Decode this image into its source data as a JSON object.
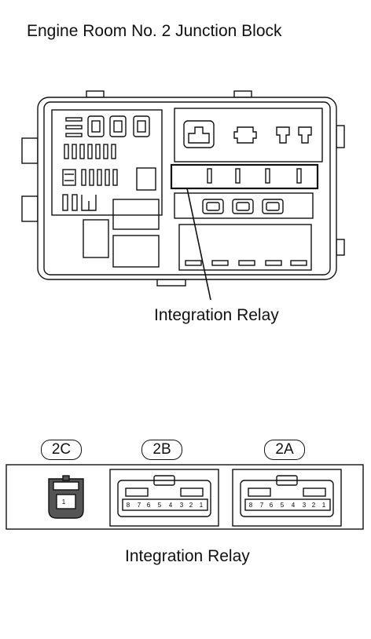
{
  "title": "Engine Room No. 2 Junction Block",
  "callout_top": "Integration Relay",
  "callout_bottom": "Integration Relay",
  "connectors": [
    {
      "id": "2C",
      "pins": [
        "1"
      ]
    },
    {
      "id": "2B",
      "pins": [
        "8",
        "7",
        "6",
        "5",
        "4",
        "3",
        "2",
        "1"
      ]
    },
    {
      "id": "2A",
      "pins": [
        "8",
        "7",
        "6",
        "5",
        "4",
        "3",
        "2",
        "1"
      ]
    }
  ],
  "colors": {
    "line": "#111111",
    "fill_dark": "#555555",
    "background": "#ffffff"
  }
}
